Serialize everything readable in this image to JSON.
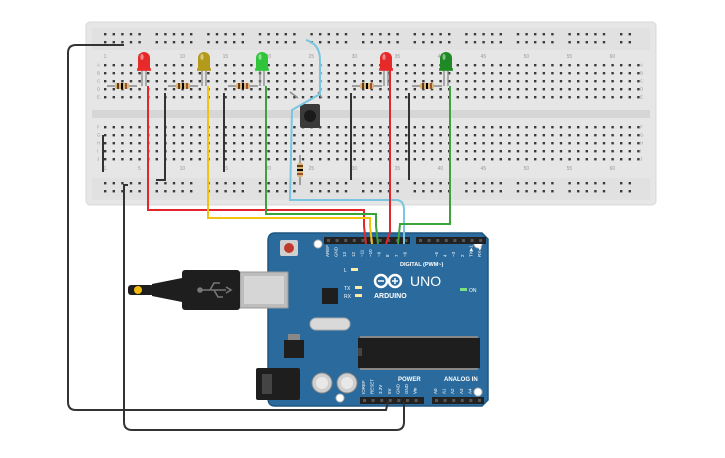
{
  "colors": {
    "canvas": "#ffffff",
    "breadboard": "#e6e6e6",
    "breadboard_hole": "#3a3a3a",
    "arduino_board": "#2a6a9c",
    "arduino_edge": "#1f5680",
    "header": "#222222",
    "wire_red": "#e3262b",
    "wire_yellow": "#f2c20f",
    "wire_green": "#3aa33a",
    "wire_blue": "#78c6df",
    "wire_black": "#333333",
    "led_red": "#e62a2a",
    "led_yellow": "#b49a1a",
    "led_green": "#2fc43a",
    "led_dark_green": "#1f8a25"
  },
  "breadboard": {
    "column_numbers": [
      "1",
      "5",
      "10",
      "15",
      "20",
      "25",
      "30",
      "35",
      "40",
      "45",
      "50",
      "55",
      "60"
    ],
    "top_row_letters": [
      "A",
      "B",
      "C",
      "D",
      "E"
    ],
    "bottom_row_letters": [
      "F",
      "G",
      "H",
      "I",
      "J"
    ]
  },
  "leds": [
    {
      "name": "led-red-1",
      "color": "led_red"
    },
    {
      "name": "led-yellow",
      "color": "led_yellow"
    },
    {
      "name": "led-green-1",
      "color": "led_green"
    },
    {
      "name": "led-red-2",
      "color": "led_red"
    },
    {
      "name": "led-green-2",
      "color": "led_dark_green"
    }
  ],
  "arduino": {
    "brand": "ARDUINO",
    "model": "UNO",
    "digital_label": "DIGITAL (PWM~)",
    "power_label": "POWER",
    "analog_label": "ANALOG IN",
    "on_label": "ON",
    "l_label": "L",
    "tx_label": "TX",
    "rx_label": "RX",
    "digital_pins": [
      "AREF",
      "GND",
      "13",
      "12",
      "~11",
      "~10",
      "~9",
      "8",
      "7",
      "~6",
      "~5",
      "4",
      "~3",
      "2",
      "TX▶1",
      "RX◀0"
    ],
    "power_pins": [
      "IOREF",
      "RESET",
      "3.3V",
      "5V",
      "GND",
      "GND",
      "Vin"
    ],
    "analog_pins": [
      "A0",
      "A1",
      "A2",
      "A3",
      "A4",
      "A5"
    ]
  }
}
